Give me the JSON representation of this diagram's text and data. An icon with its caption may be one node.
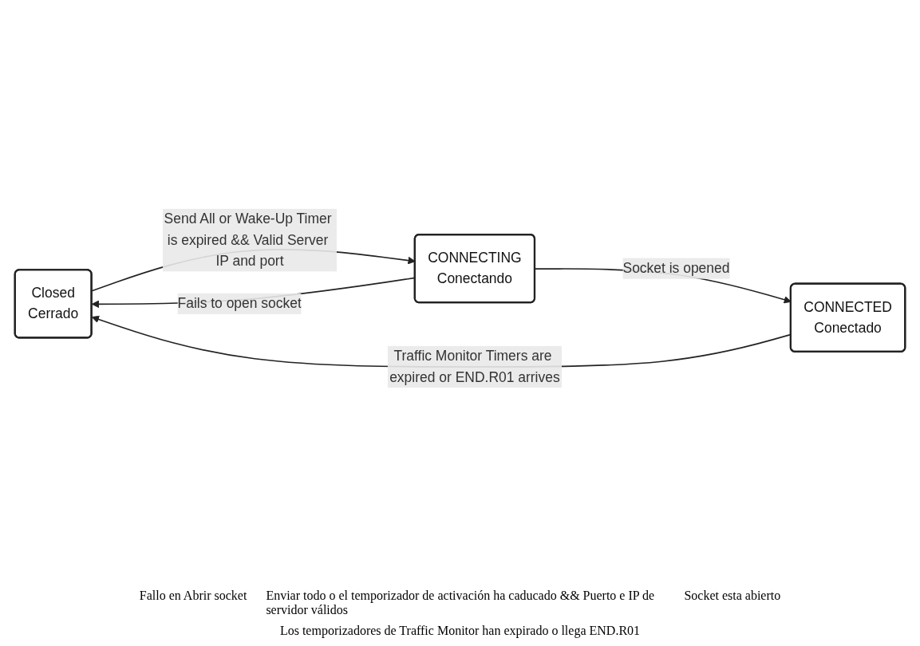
{
  "diagram": {
    "nodes": [
      {
        "text": [
          "Closed",
          "Cerrado"
        ]
      },
      {
        "text": [
          "CONNECTING",
          "Conectando"
        ]
      },
      {
        "text": [
          "CONNECTED",
          "Conectado"
        ]
      }
    ],
    "edges": [
      {
        "from": 1,
        "to": 0,
        "arrow": "to",
        "label": "Fails to open socket"
      },
      {
        "from": 0,
        "to": 1,
        "arrow": "to",
        "label": "Send All or Wake-Up Timer is expired && Valid Server IP and port"
      },
      {
        "from": 1,
        "to": 2,
        "arrow": "to",
        "label": "Socket is opened"
      },
      {
        "from": 2,
        "to": 0,
        "arrow": "to",
        "label": "Traffic Monitor Timers are expired or END.R01 arrives"
      }
    ],
    "labels": [
      "Fallo en Abrir socket",
      "Enviar todo o el temporizador de activación ha caducado && Puerto e IP de servidor válidos",
      "Socket esta abierto",
      "Los temporizadores de Traffic Monitor han expirado o llega END.R01"
    ]
  }
}
